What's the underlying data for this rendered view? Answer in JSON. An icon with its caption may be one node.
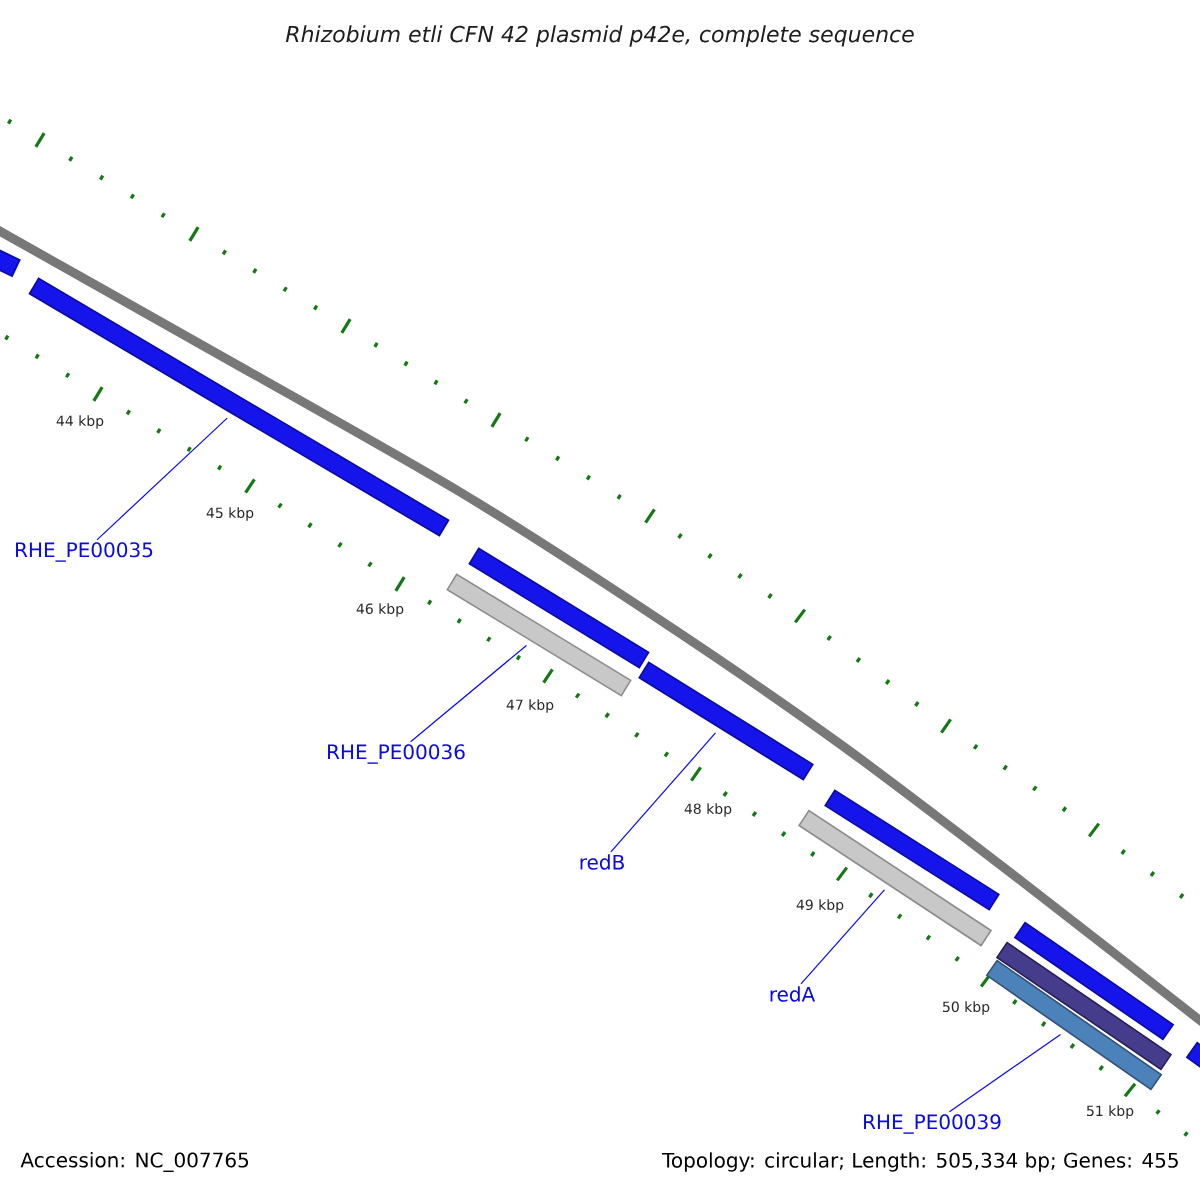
{
  "diagram": {
    "title": "Rhizobium etli CFN 42 plasmid p42e, complete sequence",
    "nodes": [
      {
        "text": [],
        "shape": "bar"
      },
      {
        "text": [],
        "shape": "bar"
      },
      {
        "text": [],
        "shape": "bar"
      },
      {
        "text": [],
        "shape": "bar"
      },
      {
        "text": [],
        "shape": "bar"
      },
      {
        "text": [],
        "shape": "bar"
      },
      {
        "text": [],
        "shape": "bar"
      },
      {
        "text": [],
        "shape": "bar"
      },
      {
        "text": [],
        "shape": "bar"
      },
      {
        "text": [],
        "shape": "bar"
      },
      {
        "text": [],
        "shape": "bar"
      },
      {
        "text": [
          "RHE_PE00035"
        ]
      },
      {
        "text": [
          "RHE_PE00036"
        ]
      },
      {
        "text": [
          "redB"
        ]
      },
      {
        "text": [
          "redA"
        ]
      },
      {
        "text": [
          "RHE_PE00039"
        ]
      }
    ],
    "edges": [
      {
        "from": 11,
        "to": 1,
        "arrow": "none"
      },
      {
        "from": 12,
        "to": 2,
        "arrow": "none"
      },
      {
        "from": 13,
        "to": 4,
        "arrow": "none"
      },
      {
        "from": 14,
        "to": 5,
        "arrow": "none"
      },
      {
        "from": 15,
        "to": 7,
        "arrow": "none"
      }
    ],
    "labels": [
      "44 kbp",
      "45 kbp",
      "46 kbp",
      "47 kbp",
      "48 kbp",
      "49 kbp",
      "50 kbp",
      "51 kbp",
      "Accession: NC_007765",
      "Topology: circular; Length: 505,334 bp; Genes: 455"
    ]
  }
}
